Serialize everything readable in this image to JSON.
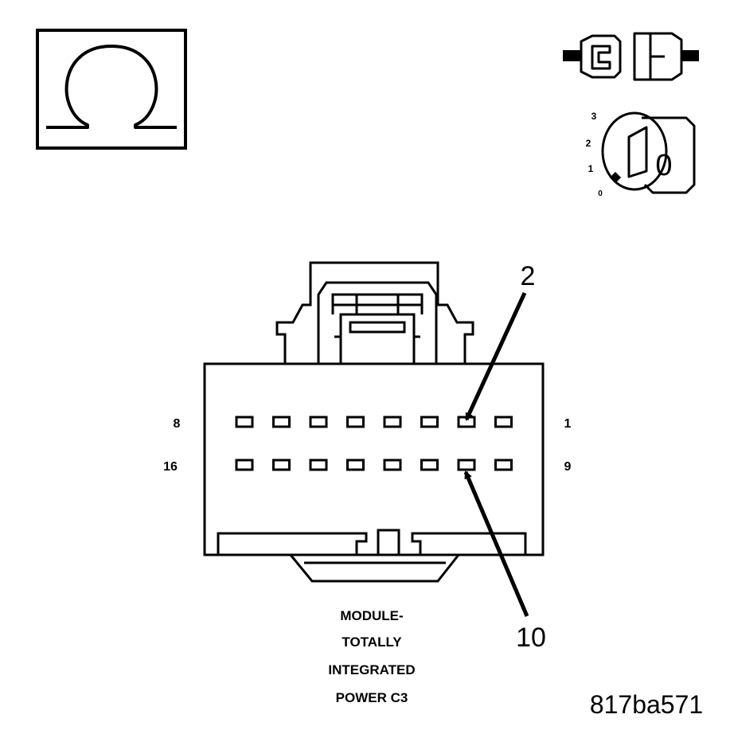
{
  "ohm_symbol": {
    "icon": "ohm-icon",
    "glyph": "Ω"
  },
  "ignition": {
    "positions": [
      "3",
      "2",
      "1",
      "0"
    ],
    "key_marker": "0"
  },
  "connector": {
    "row_labels": {
      "top_left": "8",
      "top_right": "1",
      "bottom_left": "16",
      "bottom_right": "9"
    },
    "pins_per_row": 8,
    "callouts": [
      {
        "label": "2"
      },
      {
        "label": "10"
      }
    ],
    "caption_lines": [
      "MODULE-",
      "TOTALLY",
      "INTEGRATED",
      "POWER C3"
    ]
  },
  "figure_id": "817ba571"
}
